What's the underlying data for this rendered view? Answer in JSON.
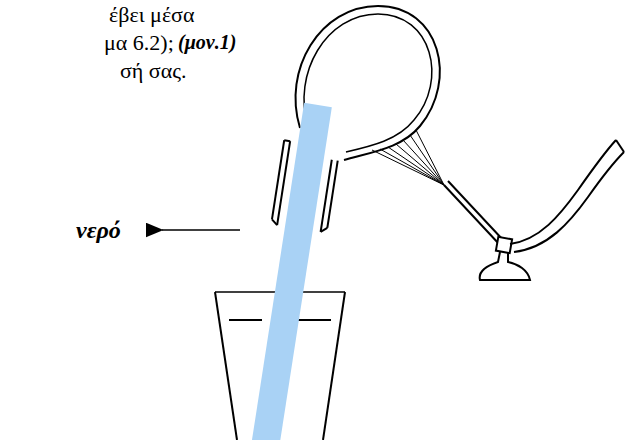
{
  "diagram": {
    "labels": [
      "έβει μέσα",
      "μα 6.2);",
      "(μον.1)",
      "σή σας.",
      "νερό"
    ]
  }
}
